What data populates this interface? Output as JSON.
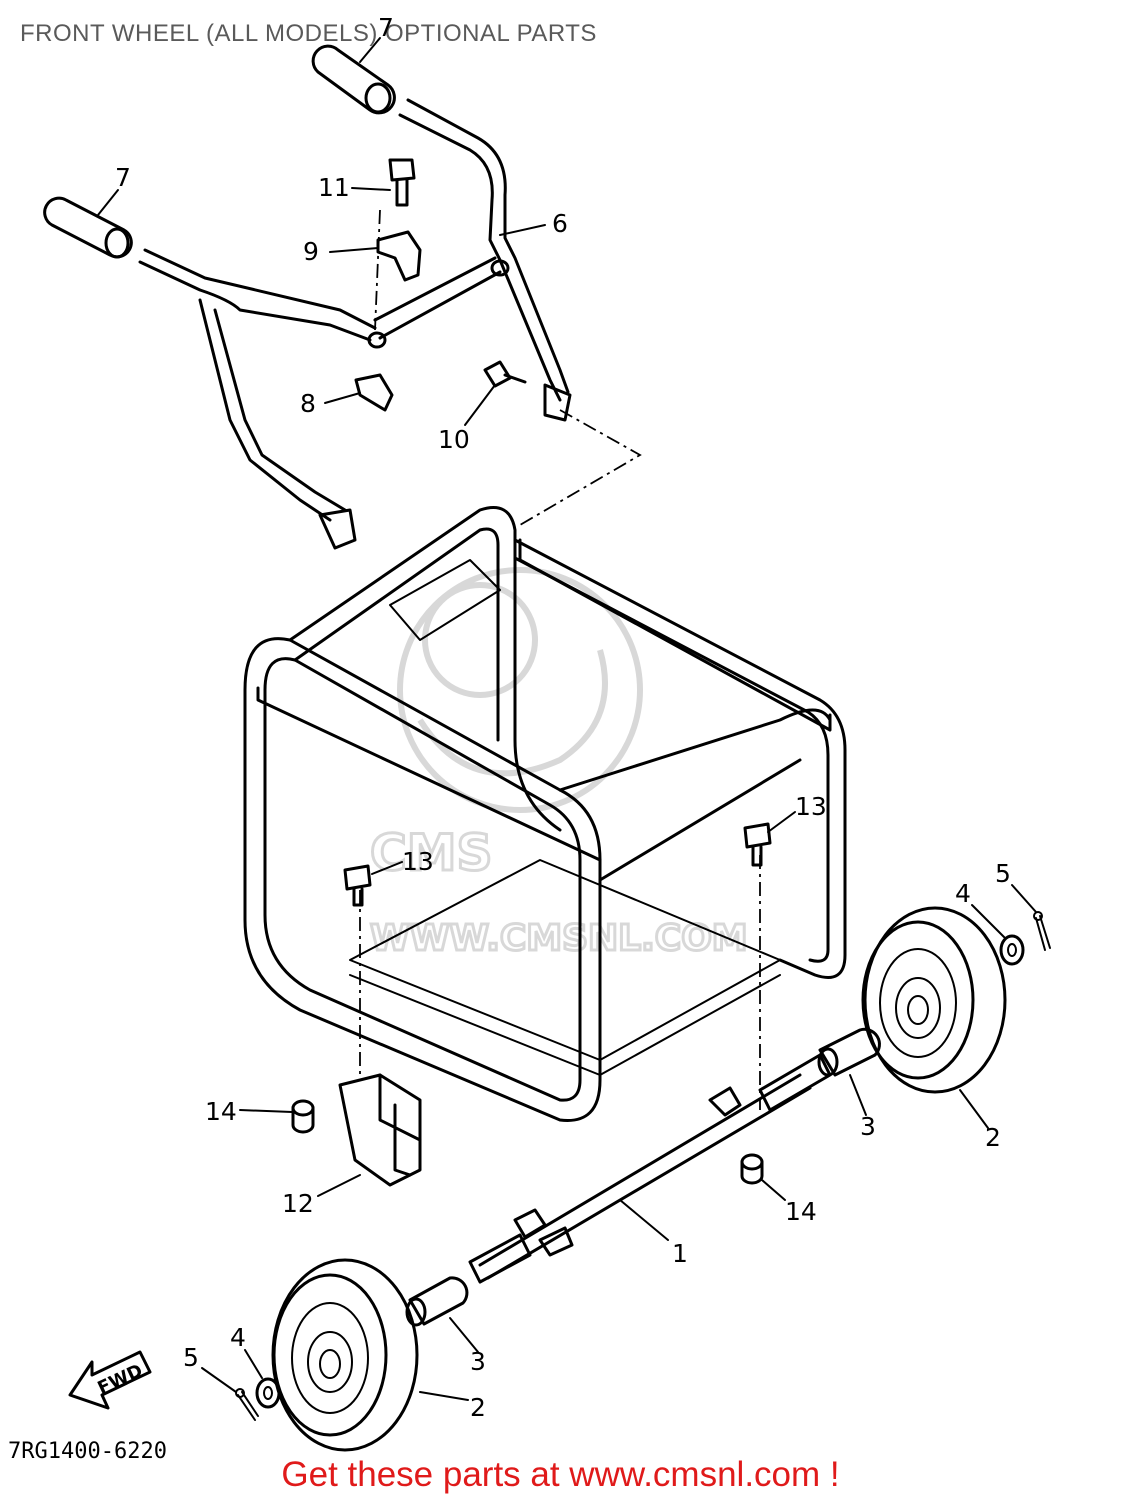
{
  "title": "FRONT WHEEL (ALL MODELS) OPTIONAL PARTS",
  "drawing_number": "7RG1400-6220",
  "fwd_label": "FWD",
  "watermark_text": "WWW.CMSNL.COM",
  "watermark_letters": "CMS",
  "footer_text": "Get these parts at www.cmsnl.com !",
  "colors": {
    "title": "#5a5a5a",
    "footer": "#e01a1a",
    "line": "#000000",
    "watermark": "#d8d8d8"
  },
  "callouts": [
    {
      "id": "c7a",
      "label": "7"
    },
    {
      "id": "c7b",
      "label": "7"
    },
    {
      "id": "c11",
      "label": "11"
    },
    {
      "id": "c6",
      "label": "6"
    },
    {
      "id": "c9",
      "label": "9"
    },
    {
      "id": "c8",
      "label": "8"
    },
    {
      "id": "c10",
      "label": "10"
    },
    {
      "id": "c13a",
      "label": "13"
    },
    {
      "id": "c13b",
      "label": "13"
    },
    {
      "id": "c5a",
      "label": "5"
    },
    {
      "id": "c4a",
      "label": "4"
    },
    {
      "id": "c3a",
      "label": "3"
    },
    {
      "id": "c2a",
      "label": "2"
    },
    {
      "id": "c14a",
      "label": "14"
    },
    {
      "id": "c14b",
      "label": "14"
    },
    {
      "id": "c12",
      "label": "12"
    },
    {
      "id": "c1",
      "label": "1"
    },
    {
      "id": "c3b",
      "label": "3"
    },
    {
      "id": "c4b",
      "label": "4"
    },
    {
      "id": "c5b",
      "label": "5"
    },
    {
      "id": "c2b",
      "label": "2"
    }
  ]
}
